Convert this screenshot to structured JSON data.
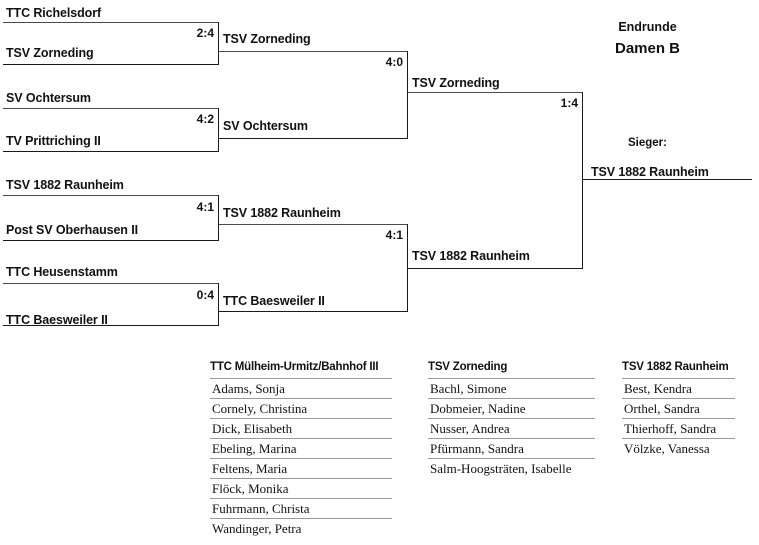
{
  "header": {
    "line1": "Endrunde",
    "line2": "Damen B",
    "winner_label": "Sieger:",
    "winner_name": "TSV 1882 Raunheim"
  },
  "bracket": {
    "round1": [
      {
        "top": "TTC Richelsdorf",
        "bottom": "TSV Zorneding",
        "score": "2:4"
      },
      {
        "top": "SV Ochtersum",
        "bottom": "TV Prittriching II",
        "score": "4:2"
      },
      {
        "top": "TSV 1882 Raunheim",
        "bottom": "Post SV Oberhausen II",
        "score": "4:1"
      },
      {
        "top": "TTC Heusenstamm",
        "bottom": "TTC Baesweiler II",
        "score": "0:4"
      }
    ],
    "round2": [
      {
        "top": "TSV Zorneding",
        "bottom": "SV Ochtersum",
        "score": "4:0"
      },
      {
        "top": "TSV 1882 Raunheim",
        "bottom": "TTC Baesweiler II",
        "score": "4:1"
      }
    ],
    "final": {
      "top": "TSV Zorneding",
      "bottom": "TSV 1882 Raunheim",
      "score": "1:4"
    }
  },
  "rosters": [
    {
      "team": "TTC Mülheim-Urmitz/Bahnhof III",
      "players": [
        "Adams, Sonja",
        "Cornely, Christina",
        "Dick, Elisabeth",
        "Ebeling, Marina",
        "Feltens, Maria",
        "Flöck, Monika",
        "Fuhrmann, Christa",
        "Wandinger, Petra"
      ]
    },
    {
      "team": "TSV Zorneding",
      "players": [
        "Bachl, Simone",
        "Dobmeier, Nadine",
        "Nusser, Andrea",
        "Pfürmann, Sandra",
        "Salm-Hoogsträten, Isabelle"
      ]
    },
    {
      "team": "TSV 1882 Raunheim",
      "players": [
        "Best, Kendra",
        "Orthel, Sandra",
        "Thierhoff, Sandra",
        "Völzke, Vanessa"
      ]
    }
  ]
}
